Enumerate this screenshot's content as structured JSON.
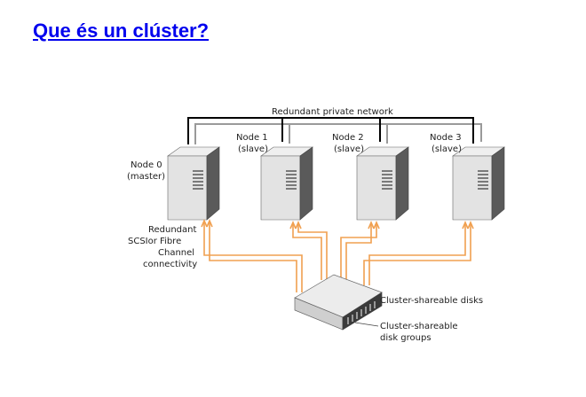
{
  "page": {
    "title": "Que és un clúster?"
  },
  "diagram": {
    "network_label": "Redundant private network",
    "nodes": [
      {
        "line1": "Node 0",
        "line2": "(master)"
      },
      {
        "line1": "Node 1",
        "line2": "(slave)"
      },
      {
        "line1": "Node 2",
        "line2": "(slave)"
      },
      {
        "line1": "Node 3",
        "line2": "(slave)"
      }
    ],
    "connectivity_label": [
      "Redundant",
      "SCSIor Fibre",
      "Channel",
      "connectivity"
    ],
    "disks_label": "Cluster-shareable disks",
    "disk_groups_label": [
      "Cluster-shareable",
      "disk groups"
    ],
    "colors": {
      "link": "#0000ee",
      "network_primary": "#000000",
      "network_secondary": "#9a9a9a",
      "storage_connection": "#f0a050",
      "server_light": "#d8d8d8",
      "server_dark": "#4a4a4a"
    }
  }
}
